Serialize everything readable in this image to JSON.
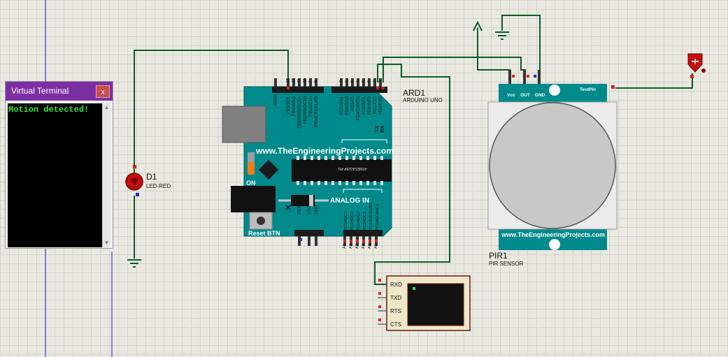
{
  "terminal": {
    "title": "Virtual Terminal",
    "close_label": "x",
    "output": "Motion detected!"
  },
  "led": {
    "ref": "D1",
    "value": "LED-RED"
  },
  "arduino": {
    "ref": "ARD1",
    "value": "ARDUINO UNO",
    "website": "www.TheEngineeringProjects.com",
    "on_label": "ON",
    "analog_label": "ANALOG IN",
    "reset_label": "Reset BTN",
    "chip_text": "ATMEGA328P-PU",
    "aref_label": "AREF",
    "digital_pin_numbers_high": [
      "13",
      "12",
      "11",
      "10",
      "9",
      "8"
    ],
    "digital_pin_numbers_low": [
      "7",
      "6",
      "5",
      "4",
      "3",
      "2",
      "1",
      "0"
    ],
    "digital_pin_names_high": [
      "PB5/SCK",
      "PB4/MISO",
      "PB3/MOSI/OC2A",
      "PB2/SS/OC1B",
      "PB1/OC1A",
      "PB0/ICP1/CLKO"
    ],
    "digital_pin_names_low": [
      "PD7/AIN1",
      "PD6/AIN0",
      "PD5/T1",
      "PD4/T0/XCK",
      "PD3/INT1",
      "PD2/INT0",
      "PD1/TXD",
      "PD0/RXD"
    ],
    "tx_label": "TX",
    "rx_label": "RX",
    "power_pins": [
      "RESET",
      "VCC",
      "GND"
    ],
    "analog_pin_names": [
      "PC0/ADC0",
      "PC1/ADC1",
      "PC2/ADC2",
      "PC3/ADC3",
      "PC4/ADC4/SDA",
      "PC5/ADC5/SCL"
    ],
    "analog_pin_numbers": [
      "A0",
      "A1",
      "A2",
      "A3",
      "A4",
      "A5"
    ]
  },
  "pir": {
    "ref": "PIR1",
    "value": "PIR SENSOR",
    "website": "www.TheEngineeringProjects.com",
    "pins": [
      "Vcc",
      "OUT",
      "GND"
    ],
    "testpin_label": "TestPin"
  },
  "serial_terminal": {
    "pins": [
      "RXD",
      "TXD",
      "RTS",
      "CTS"
    ]
  },
  "colors": {
    "wire": "#0b5a2a",
    "board": "#008a8c",
    "pin_red": "#d62020",
    "pin_blue": "#2a2ad0",
    "terminal_title": "#7b2fa3",
    "terminal_text": "#31e83a"
  }
}
